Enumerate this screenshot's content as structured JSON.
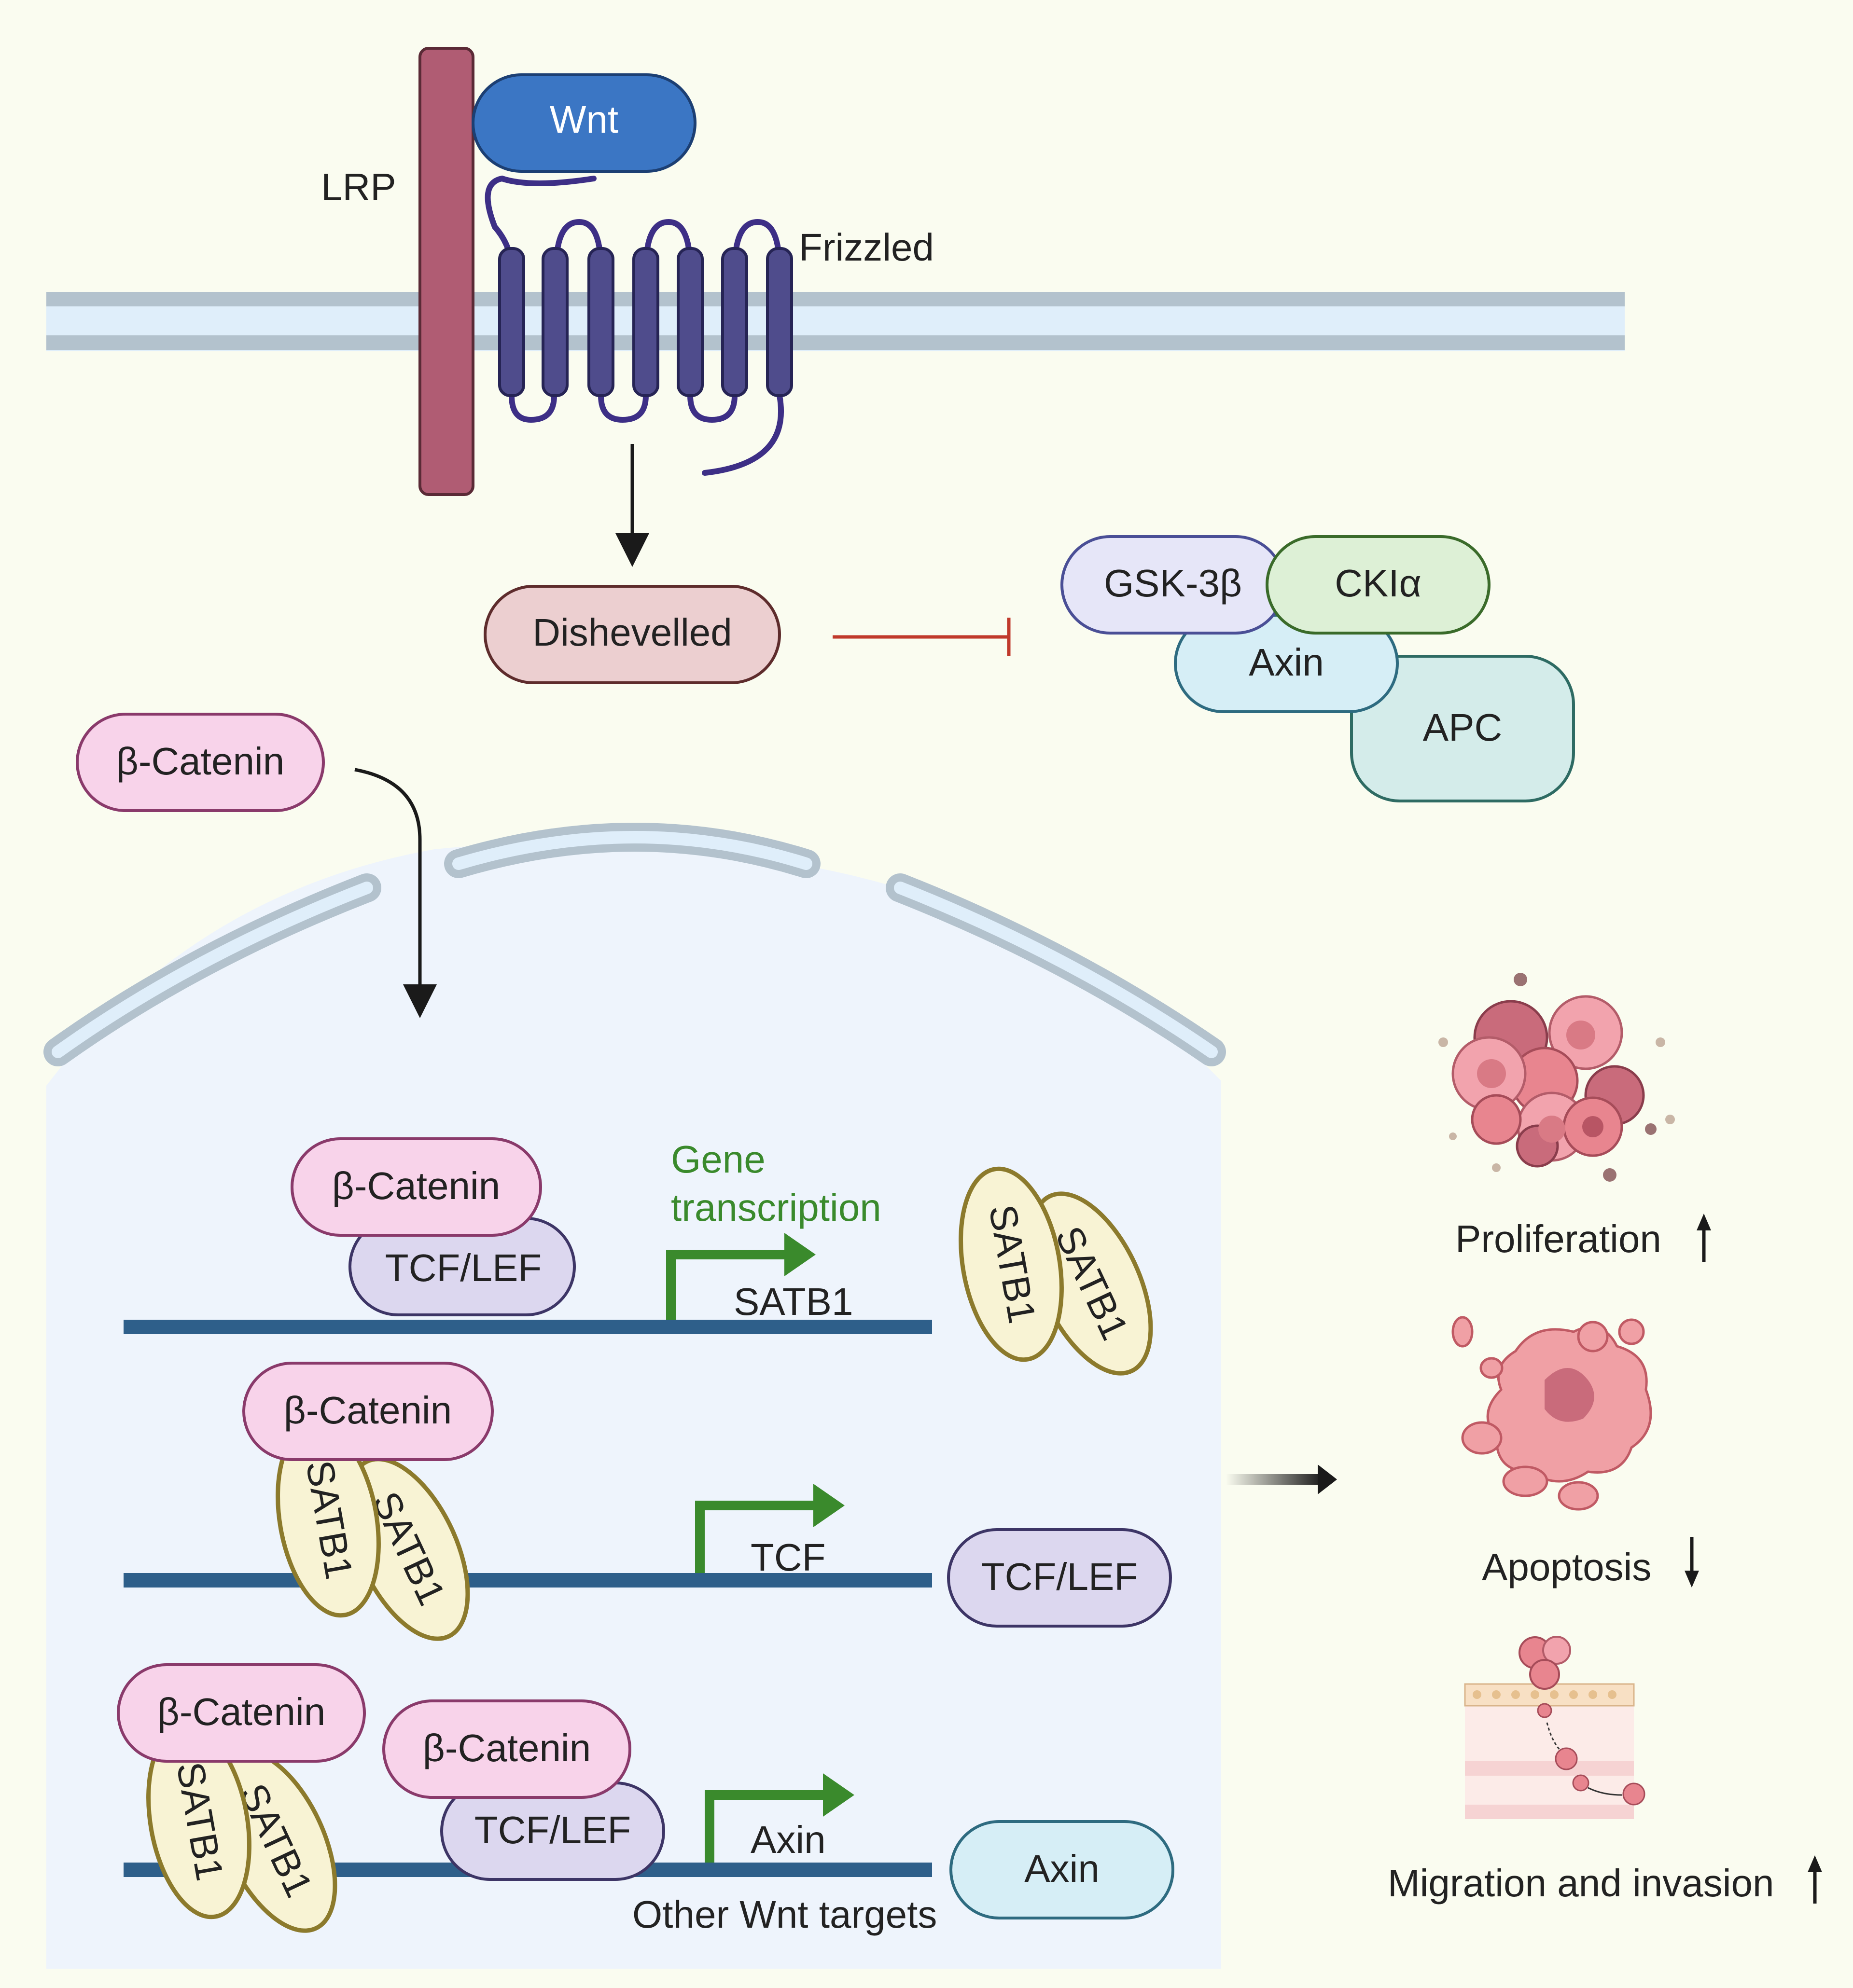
{
  "colors": {
    "background": "#fafcf0",
    "membrane": "#b3c2cd",
    "membrane_inner": "#dfeefa",
    "nucleus": "#eef4fc",
    "lrp": "#b05c73",
    "wnt": "#3b76c4",
    "frizzled": "#4f4c8c",
    "dishevelled": "#eccfd0",
    "beta_catenin": "#f8d3ea",
    "tcf_lef": "#dcd7ef",
    "satb1": "#f8f3d4",
    "satb1_stroke": "#8c7a2c",
    "gsk3b": "#e6e6f8",
    "ck1a": "#ddf0d6",
    "axin": "#d6eef6",
    "apc": "#d4ecea",
    "dna": "#2e5f8a",
    "transcription": "#3a8a2c",
    "inhibition": "#c0392b",
    "arrow": "#1a1a1a"
  },
  "labels": {
    "lrp": "LRP",
    "wnt": "Wnt",
    "frizzled": "Frizzled",
    "dishevelled": "Dishevelled",
    "gsk3b": "GSK-3β",
    "ck1a": "CKIα",
    "axin": "Axin",
    "apc": "APC",
    "beta_catenin": "β-Catenin",
    "tcf_lef": "TCF/LEF",
    "satb1": "SATB1",
    "gene_transcription_1": "Gene",
    "gene_transcription_2": "transcription",
    "target_satb1": "SATB1",
    "target_tcf": "TCF",
    "target_axin": "Axin",
    "other_wnt_targets": "Other Wnt targets",
    "product_tcf_lef": "TCF/LEF",
    "product_axin": "Axin"
  },
  "outcomes": [
    {
      "label": "Proliferation",
      "direction": "up"
    },
    {
      "label": "Apoptosis",
      "direction": "down"
    },
    {
      "label": "Migration and invasion",
      "direction": "up"
    }
  ]
}
